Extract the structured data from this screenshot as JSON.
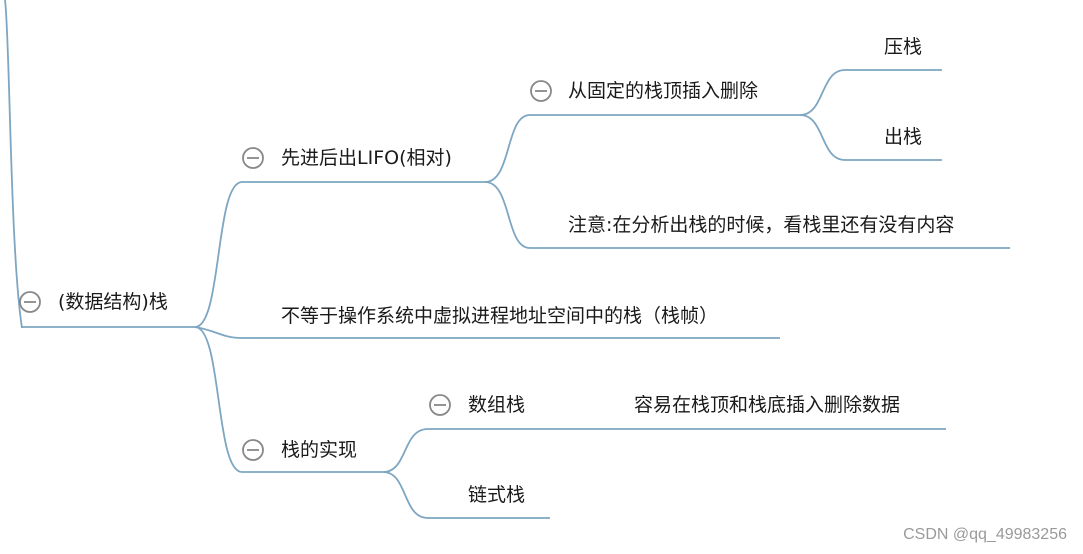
{
  "mindmap": {
    "root": "(数据结构)栈",
    "lifo": "先进后出LIFO(相对)",
    "top_ops": "从固定的栈顶插入删除",
    "push": "压栈",
    "pop": "出栈",
    "note": "注意:在分析出栈的时候，看栈里还有没有内容",
    "not_equal": "不等于操作系统中虚拟进程地址空间中的栈（栈帧）",
    "impl": "栈的实现",
    "array_stack": "数组栈",
    "array_note": "容易在栈顶和栈底插入删除数据",
    "linked_stack": "链式栈"
  },
  "watermark": "CSDN @qq_49983256",
  "colors": {
    "line": "#7ea6c2",
    "collapse_icon": "#888888",
    "text": "#1a1a1a"
  },
  "icons": [
    "collapse-icon"
  ]
}
